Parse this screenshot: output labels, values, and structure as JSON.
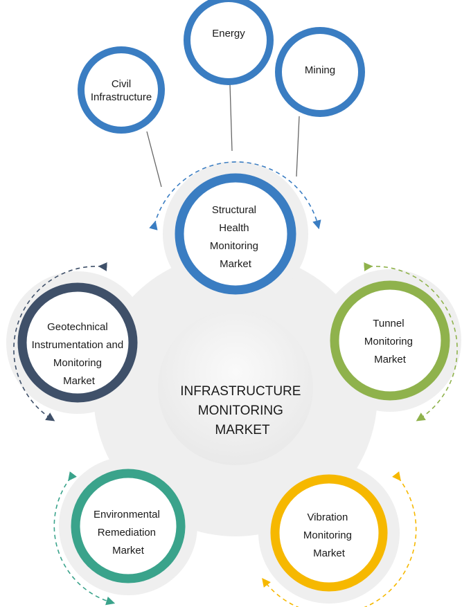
{
  "center": {
    "lines": [
      "INFRASTRUCTURE",
      "MONITORING",
      "MARKET"
    ]
  },
  "top_nodes": [
    {
      "lines": [
        "Civil",
        "Infrastructure"
      ]
    },
    {
      "lines": [
        "Energy"
      ]
    },
    {
      "lines": [
        "Mining"
      ]
    }
  ],
  "markets": [
    {
      "lines": [
        "Structural",
        "Health",
        "Monitoring",
        "Market"
      ],
      "color": "#3a7dc2"
    },
    {
      "lines": [
        "Geotechnical",
        "Instrumentation and",
        "Monitoring",
        "Market"
      ],
      "color": "#3f5069"
    },
    {
      "lines": [
        "Tunnel",
        "Monitoring",
        "Market"
      ],
      "color": "#8fb24c"
    },
    {
      "lines": [
        "Environmental",
        "Remediation",
        "Market"
      ],
      "color": "#3aa38b"
    },
    {
      "lines": [
        "Vibration",
        "Monitoring",
        "Market"
      ],
      "color": "#f6b800"
    }
  ]
}
